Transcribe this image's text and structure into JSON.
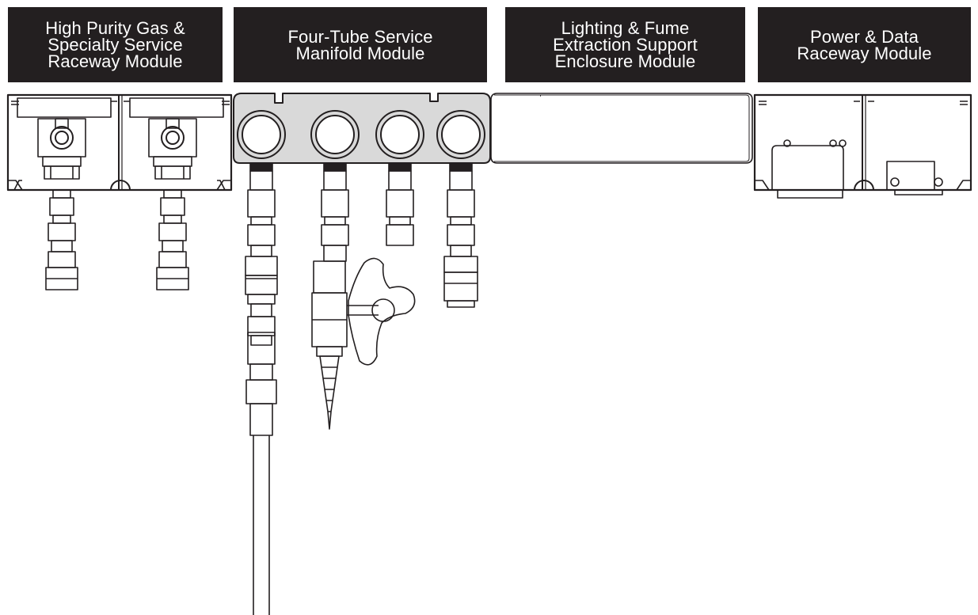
{
  "modules": [
    {
      "label": "High Purity Gas &\nSpecialty Service\nRaceway Module"
    },
    {
      "label": "Four-Tube Service\nManifold Module"
    },
    {
      "label": "Lighting & Fume\nExtraction Support\nEnclosure Module"
    },
    {
      "label": "Power & Data\nRaceway Module"
    }
  ],
  "colors": {
    "label_bg": "#231f20",
    "label_text": "#ffffff",
    "line": "#231f20",
    "manifold_fill": "#d9d9d9"
  }
}
